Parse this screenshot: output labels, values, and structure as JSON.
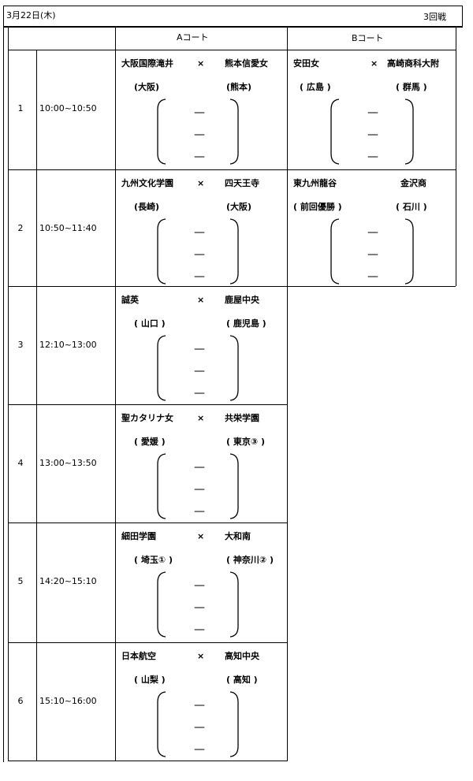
{
  "header": {
    "date": "3月22日(木)",
    "round": "3回戦"
  },
  "courts": {
    "a": "Aコート",
    "b": "Bコート"
  },
  "score_dash": "—",
  "rows": [
    {
      "num": "1",
      "time": "10:00~10:50",
      "a": {
        "team1": "大阪国際滝井",
        "vs": "×",
        "team2": "熊本信愛女",
        "pref1": "(大阪)",
        "pref2": "(熊本)"
      },
      "b": {
        "team1": "安田女",
        "vs": "×",
        "team2": "高崎商科大附",
        "pref1": "( 広島 )",
        "pref2": "( 群馬 )"
      }
    },
    {
      "num": "2",
      "time": "10:50~11:40",
      "a": {
        "team1": "九州文化学園",
        "vs": "×",
        "team2": "四天王寺",
        "pref1": "(長崎)",
        "pref2": "(大阪)"
      },
      "b": {
        "team1": "東九州龍谷",
        "vs": "",
        "team2": "金沢商",
        "pref1": "( 前回優勝 )",
        "pref2": "( 石川 )"
      }
    },
    {
      "num": "3",
      "time": "12:10~13:00",
      "a": {
        "team1": "誠英",
        "vs": "×",
        "team2": "鹿屋中央",
        "pref1": "( 山口 )",
        "pref2": "( 鹿児島 )"
      }
    },
    {
      "num": "4",
      "time": "13:00~13:50",
      "a": {
        "team1": "聖カタリナ女",
        "vs": "×",
        "team2": "共栄学園",
        "pref1": "( 愛媛 )",
        "pref2": "( 東京③ )"
      }
    },
    {
      "num": "5",
      "time": "14:20~15:10",
      "a": {
        "team1": "細田学園",
        "vs": "×",
        "team2": "大和南",
        "pref1": "( 埼玉① )",
        "pref2": "( 神奈川② )"
      }
    },
    {
      "num": "6",
      "time": "15:10~16:00",
      "a": {
        "team1": "日本航空",
        "vs": "×",
        "team2": "高知中央",
        "pref1": "( 山梨 )",
        "pref2": "( 高知 )"
      }
    }
  ]
}
